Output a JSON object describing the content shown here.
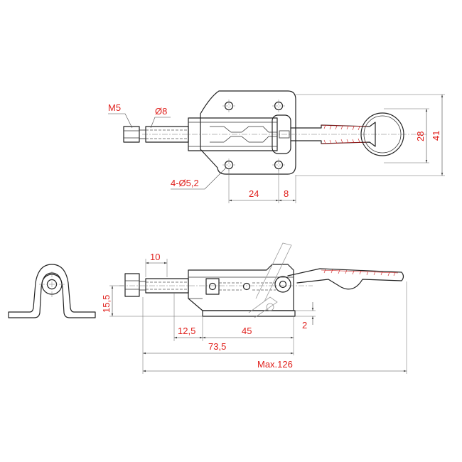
{
  "drawing": {
    "dimensions": {
      "thread": "M5",
      "spindle_dia": "Ø8",
      "holes": "4-Ø5,2",
      "hole_spacing": "24",
      "hole_offset": "8",
      "width_inner": "28",
      "width_outer": "41",
      "spindle_len": "10",
      "height": "15,5",
      "base_thickness": "2",
      "base_offset": "12,5",
      "base_len": "45",
      "stroke_len": "73,5",
      "max_len": "Max.126"
    },
    "colors": {
      "dimension_text": "#e0201c",
      "outline": "#222222"
    }
  }
}
